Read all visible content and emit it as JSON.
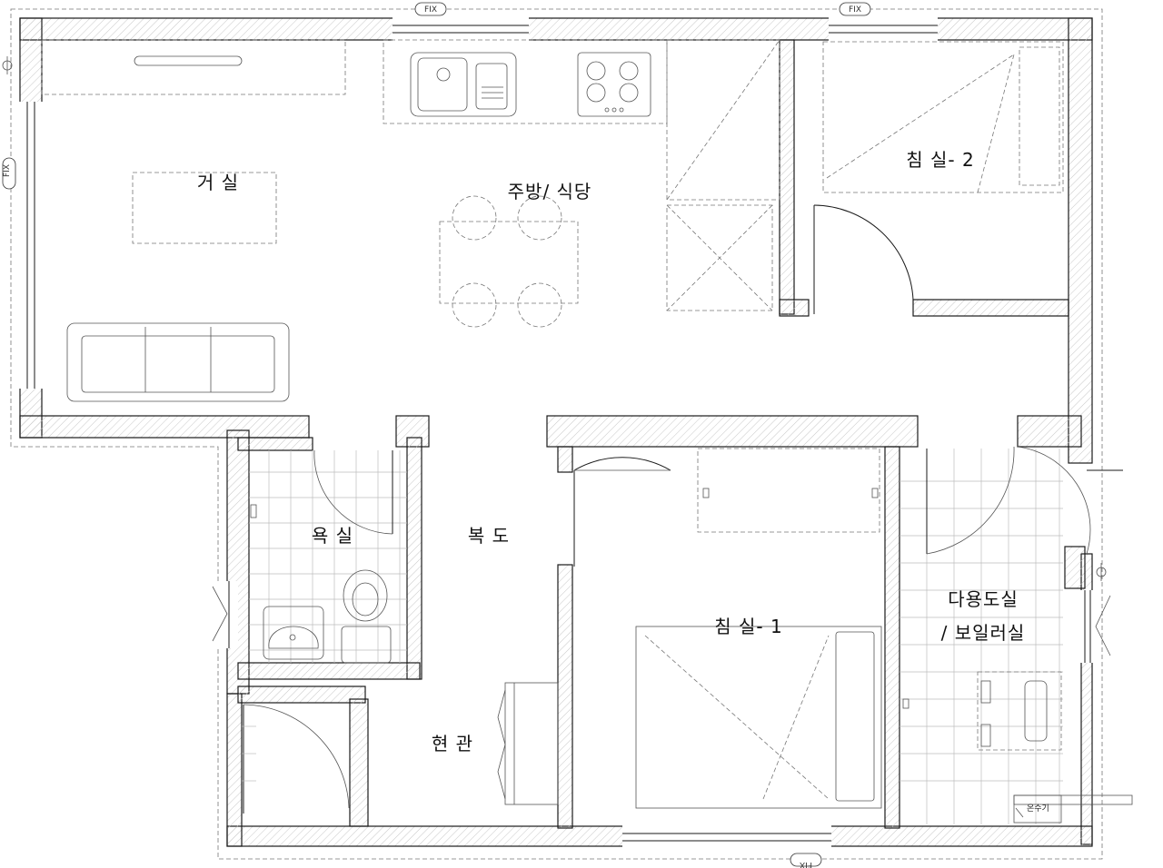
{
  "rooms": {
    "living": "거 실",
    "kitchen": "주방/ 식당",
    "bedroom2": "침 실- 2",
    "bathroom": "욕 실",
    "corridor": "복 도",
    "bedroom1": "침 실- 1",
    "utility_line1": "다용도실",
    "utility_line2": "/ 보일러실",
    "entrance": "현 관"
  },
  "window_tags": {
    "top_left": "FIX",
    "top_right": "FIX",
    "left": "FIX",
    "bottom": "FIX"
  },
  "equipment": {
    "water_heater": "온수기"
  }
}
